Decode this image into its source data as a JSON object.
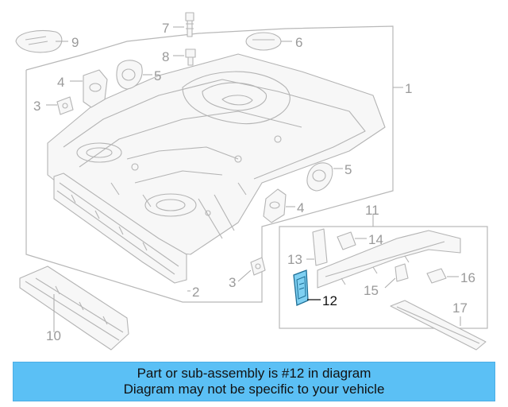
{
  "callouts": {
    "c1": "1",
    "c2": "2",
    "c3a": "3",
    "c3b": "3",
    "c4a": "4",
    "c4b": "4",
    "c5a": "5",
    "c5b": "5",
    "c6": "6",
    "c7": "7",
    "c8": "8",
    "c9": "9",
    "c10": "10",
    "c11": "11",
    "c12": "12",
    "c13": "13",
    "c14": "14",
    "c15": "15",
    "c16": "16",
    "c17": "17"
  },
  "highlight": {
    "part_number": "12",
    "color": "#3fa9e0"
  },
  "banner": {
    "line1": "Part or sub-assembly is #12 in diagram",
    "line2": "Diagram may not be specific to your vehicle",
    "background": "#5bc0f5"
  }
}
